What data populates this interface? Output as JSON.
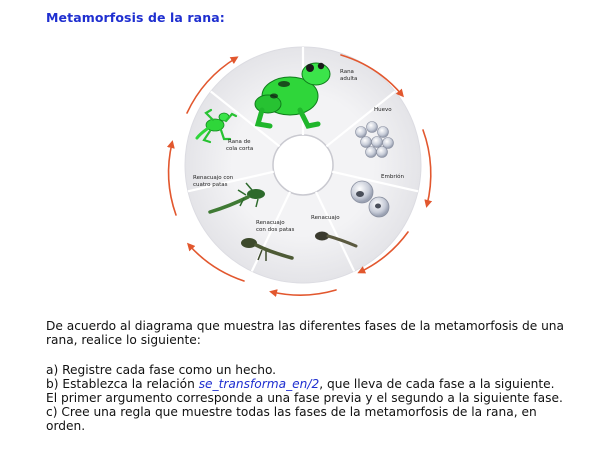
{
  "title": "Metamorfosis de la rana:",
  "diagram": {
    "stages": {
      "adult": [
        "Rana",
        "adulta"
      ],
      "egg": [
        "Huevo"
      ],
      "embryo": [
        "Embrión"
      ],
      "tadpole": [
        "Renacuajo"
      ],
      "tadpole_two_legs": [
        "Renacuajo",
        "con dos patas"
      ],
      "tadpole_four_legs": [
        "Renacuajo con",
        "cuatro patas"
      ],
      "short_tail_frog": [
        "Rana de",
        "cola corta"
      ]
    },
    "colors": {
      "arrow": "#e2572e",
      "ring": "#ececee",
      "frog": "#2fd63a"
    }
  },
  "intro": {
    "line1": "De acuerdo al diagrama que muestra las diferentes fases de la metamorfosis de una",
    "line2": "rana, realice lo siguiente:"
  },
  "tasks": {
    "a": "a) Registre cada fase como un hecho.",
    "b_prefix": "b) Establezca la relación ",
    "b_relation": "se_transforma_en/2",
    "b_suffix": ", que lleva de cada fase a la siguiente.",
    "b_line2": "El primer argumento corresponde a una fase previa y el segundo a la siguiente fase.",
    "c_line1": "c) Cree una regla que muestre todas las fases de la metamorfosis de la rana, en",
    "c_line2": "orden."
  }
}
